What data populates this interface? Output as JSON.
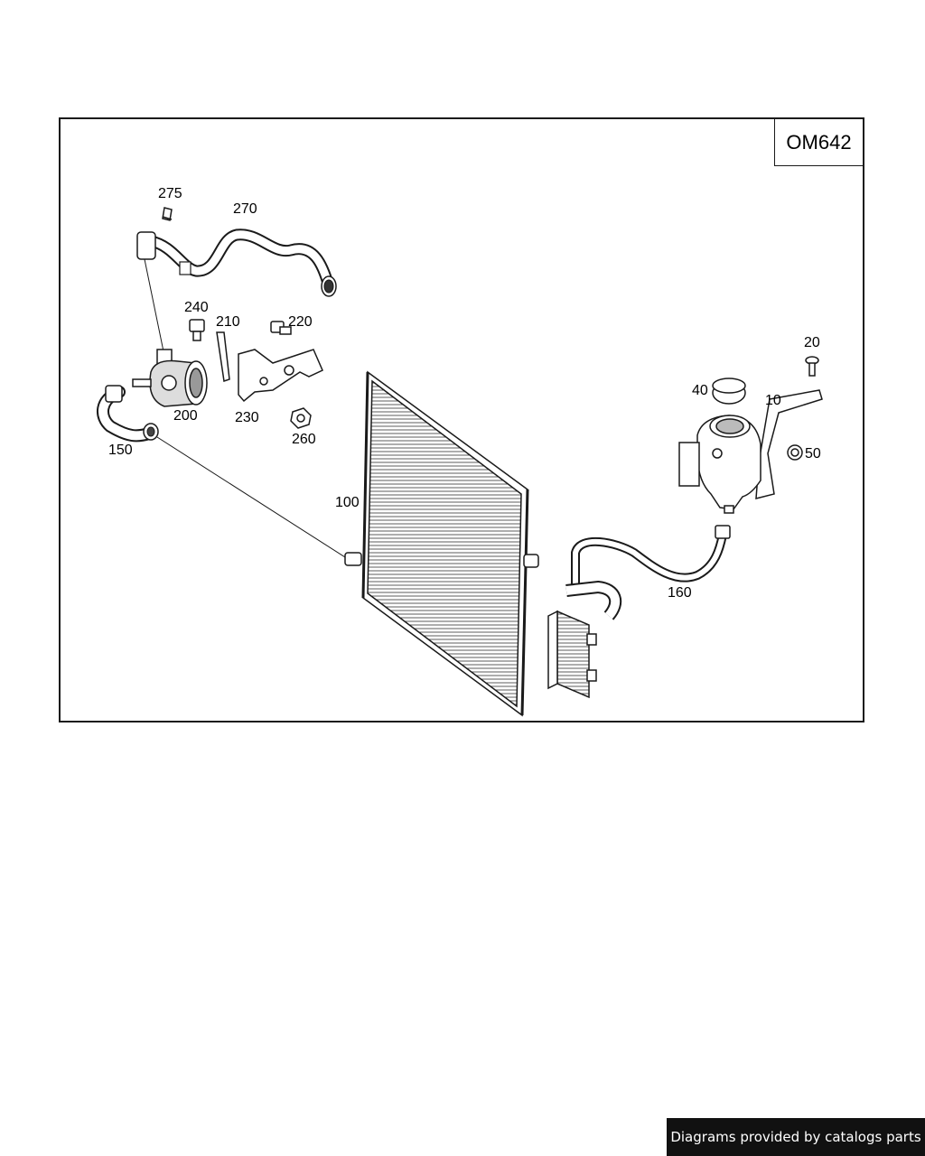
{
  "diagram": {
    "engine_code": "OM642",
    "parts": [
      {
        "number": "275",
        "name": "clip"
      },
      {
        "number": "270",
        "name": "coolant-hose-upper"
      },
      {
        "number": "240",
        "name": "bolt"
      },
      {
        "number": "210",
        "name": "bracket"
      },
      {
        "number": "220",
        "name": "bolt"
      },
      {
        "number": "200",
        "name": "electric-water-pump"
      },
      {
        "number": "230",
        "name": "pump-bracket"
      },
      {
        "number": "260",
        "name": "nut"
      },
      {
        "number": "150",
        "name": "coolant-hose-lower"
      },
      {
        "number": "100",
        "name": "radiator"
      },
      {
        "number": "20",
        "name": "screw"
      },
      {
        "number": "40",
        "name": "reservoir-cap"
      },
      {
        "number": "10",
        "name": "expansion-tank"
      },
      {
        "number": "50",
        "name": "washer"
      },
      {
        "number": "160",
        "name": "coolant-line"
      }
    ]
  },
  "footer": {
    "text": "Diagrams provided by catalogs parts"
  },
  "colors": {
    "line": "#1a1a1a",
    "background": "#ffffff",
    "banner": "#111111"
  }
}
